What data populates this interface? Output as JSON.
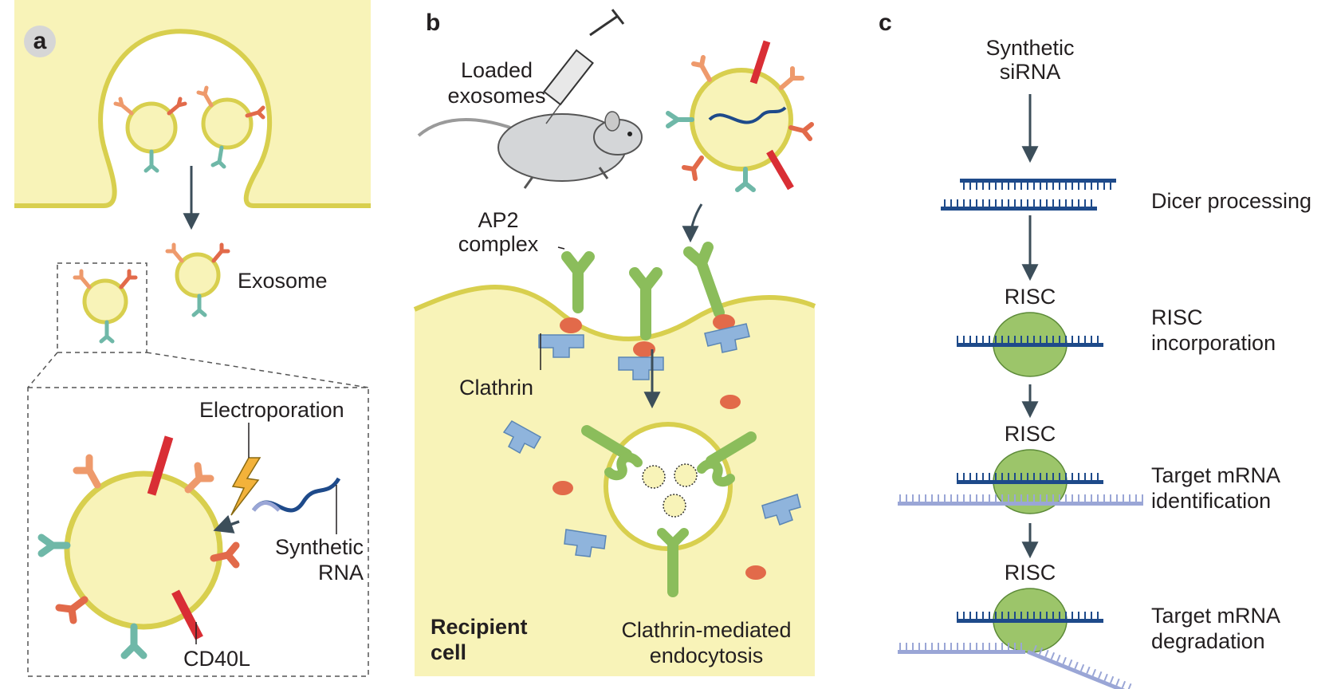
{
  "panels": {
    "a": "a",
    "b": "b",
    "c": "c"
  },
  "panel_a": {
    "exosome": "Exosome",
    "electroporation": "Electroporation",
    "synthetic_rna_1": "Synthetic",
    "synthetic_rna_2": "RNA",
    "cd40l": "CD40L"
  },
  "panel_b": {
    "loaded_exosomes_1": "Loaded",
    "loaded_exosomes_2": "exosomes",
    "ap2_1": "AP2",
    "ap2_2": "complex",
    "clathrin": "Clathrin",
    "recipient_1": "Recipient",
    "recipient_2": "cell",
    "endocytosis_1": "Clathrin-mediated",
    "endocytosis_2": "endocytosis"
  },
  "panel_c": {
    "synthetic_sirna_1": "Synthetic",
    "synthetic_sirna_2": "siRNA",
    "dicer": "Dicer processing",
    "risc_label": "RISC",
    "risc_incorporation_1": "RISC",
    "risc_incorporation_2": "incorporation",
    "target_id_1": "Target mRNA",
    "target_id_2": "identification",
    "target_deg_1": "Target mRNA",
    "target_deg_2": "degradation"
  },
  "colors": {
    "cell_fill": "#f8f3b8",
    "membrane": "#d8cf4e",
    "receptor_orange": "#ee9a6c",
    "receptor_red": "#e26a4a",
    "receptor_teal": "#6fb8a8",
    "cd40l_red": "#d92e35",
    "ap2_green": "#8bbd5b",
    "clathrin_blue": "#8fb4dc",
    "risc_green": "#9cc56a",
    "sirna_blue": "#1e4a8a",
    "mrna_lilac": "#9aa6d6",
    "arrow": "#3c4e5a"
  }
}
